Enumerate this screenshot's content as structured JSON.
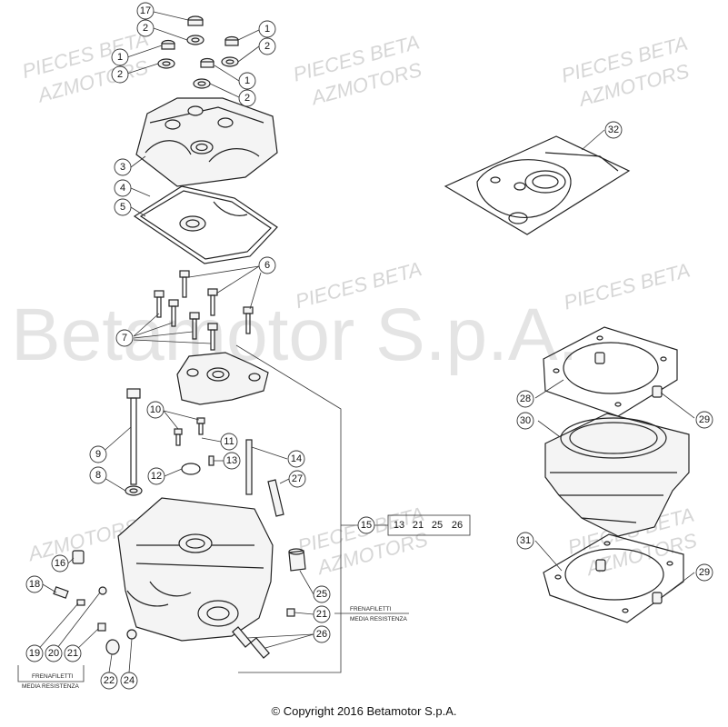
{
  "watermark": {
    "main": "Betamotor S.p.A.",
    "lines": [
      "PIECES BETA",
      "AZMOTORS"
    ]
  },
  "copyright": "© Copyright 2016 Betamotor S.p.A.",
  "notes": {
    "threadlock_inline": [
      "FRENAFILETTI",
      "MEDIA RESISTENZA"
    ],
    "threadlock_bottom": [
      "FRENAFILETTI",
      "MEDIA RESISTENZA"
    ]
  },
  "kit_box": [
    "13",
    "21",
    "25",
    "26"
  ],
  "callouts": {
    "c17": "17",
    "c2a": "2",
    "c2b": "2",
    "c2c": "2",
    "c2d": "2",
    "c1a": "1",
    "c1b": "1",
    "c1c": "1",
    "c3": "3",
    "c4": "4",
    "c5": "5",
    "c6": "6",
    "c7": "7",
    "c8": "8",
    "c9": "9",
    "c10": "10",
    "c11": "11",
    "c12": "12",
    "c13": "13",
    "c14": "14",
    "c15": "15",
    "c16": "16",
    "c18": "18",
    "c19": "19",
    "c20": "20",
    "c21a": "21",
    "c21b": "21",
    "c22": "22",
    "c24": "24",
    "c25": "25",
    "c26": "26",
    "c27": "27",
    "c28": "28",
    "c29a": "29",
    "c29b": "29",
    "c30": "30",
    "c31": "31",
    "c32": "32"
  }
}
